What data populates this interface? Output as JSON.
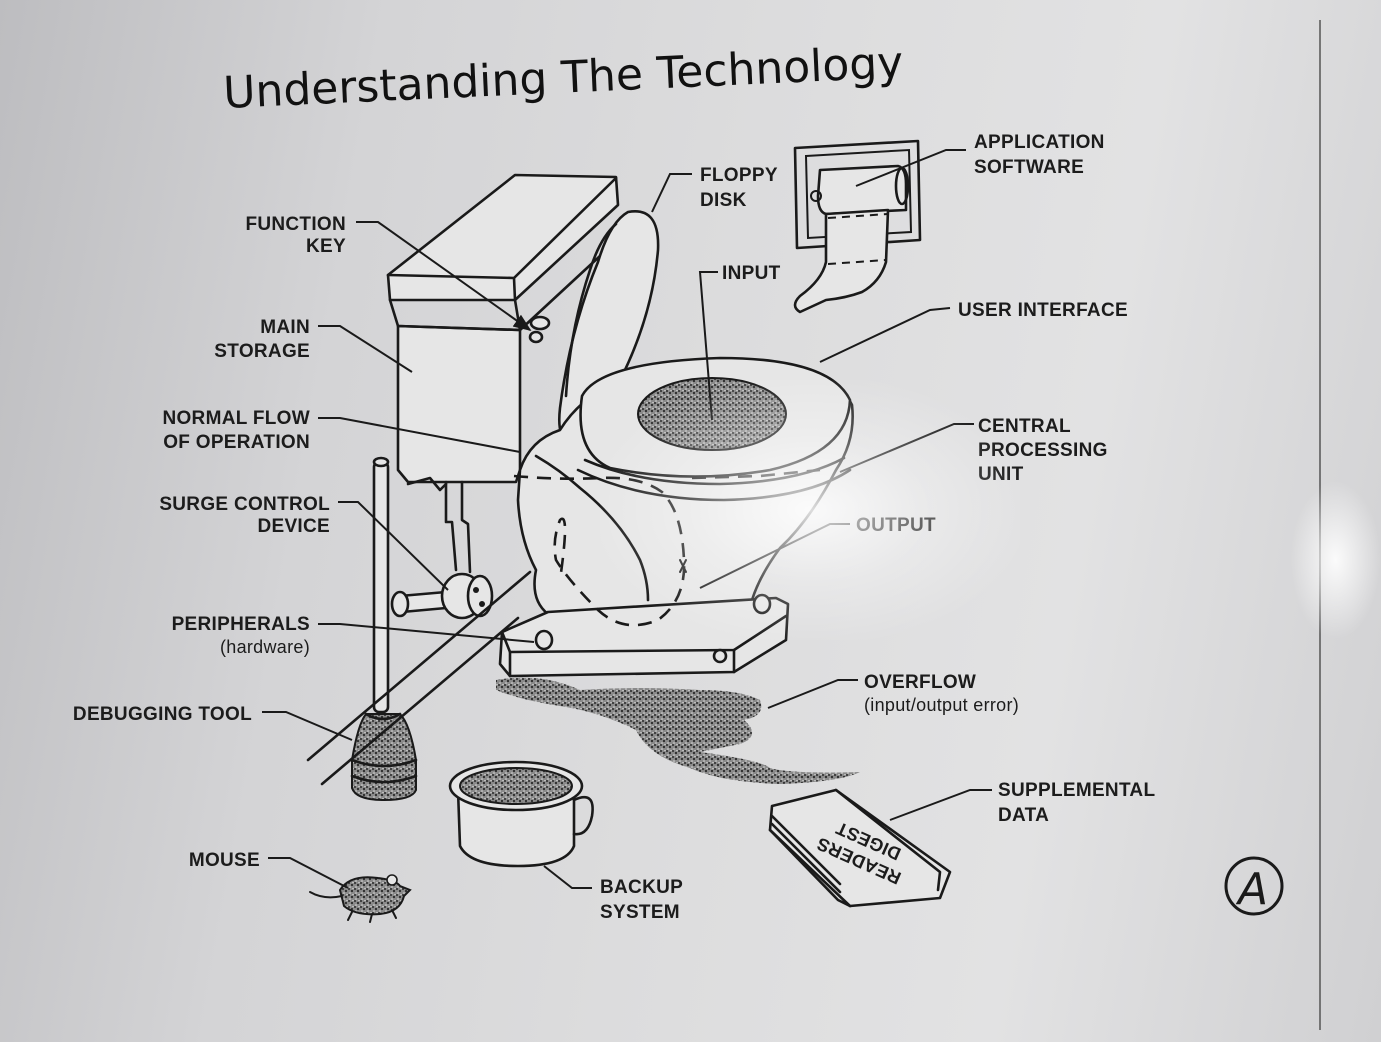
{
  "title": "Understanding The Technology",
  "labels": {
    "function_key": [
      "FUNCTION",
      "KEY"
    ],
    "main_storage": [
      "MAIN",
      "STORAGE"
    ],
    "normal_flow": [
      "NORMAL FLOW",
      "OF OPERATION"
    ],
    "surge_control": [
      "SURGE CONTROL",
      "DEVICE"
    ],
    "peripherals": [
      "PERIPHERALS",
      "(hardware)"
    ],
    "debugging_tool": "DEBUGGING TOOL",
    "mouse": "MOUSE",
    "floppy_disk": [
      "FLOPPY",
      "DISK"
    ],
    "input": "INPUT",
    "application_software": [
      "APPLICATION",
      "SOFTWARE"
    ],
    "user_interface": "USER INTERFACE",
    "central_processing_unit": [
      "CENTRAL",
      "PROCESSING",
      "UNIT"
    ],
    "output": "OUTPUT",
    "overflow": [
      "OVERFLOW",
      "(input/output error)"
    ],
    "supplemental_data": [
      "SUPPLEMENTAL",
      "DATA"
    ],
    "backup_system": [
      "BACKUP",
      "SYSTEM"
    ]
  },
  "book_title": [
    "READERS",
    "DIGEST"
  ],
  "logo_letter": "A"
}
